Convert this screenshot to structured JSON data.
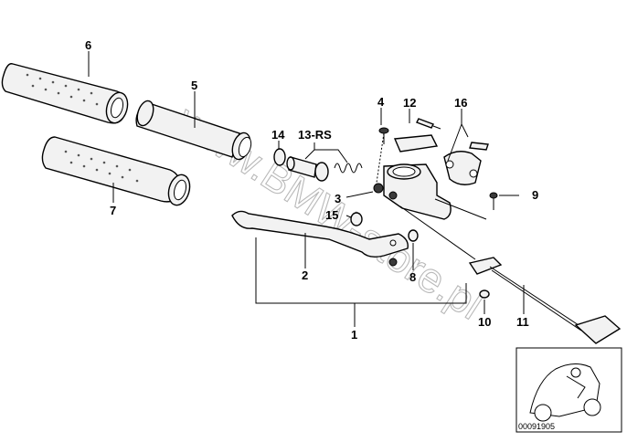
{
  "callouts": {
    "c1": "1",
    "c2": "2",
    "c3": "3",
    "c4": "4",
    "c5": "5",
    "c6": "6",
    "c7": "7",
    "c8": "8",
    "c9": "9",
    "c10": "10",
    "c11": "11",
    "c12": "12",
    "c13": "13-RS",
    "c14": "14",
    "c15": "15",
    "c16": "16"
  },
  "watermark": "www.BMW-store.pl",
  "inset": {
    "code": "00091905"
  }
}
